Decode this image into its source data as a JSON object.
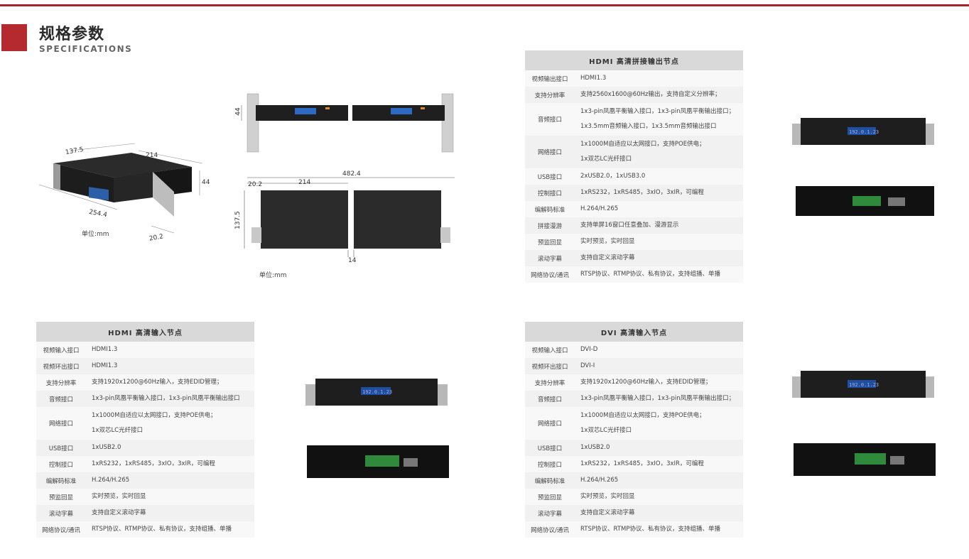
{
  "header": {
    "title_cn": "规格参数",
    "title_en": "SPECIFICATIONS"
  },
  "drawings": {
    "unit_left": "单位:mm",
    "unit_center": "单位:mm",
    "dims_iso": [
      "137.5",
      "214",
      "44",
      "254.4",
      "20.2"
    ],
    "dims_rack_front": [
      "44"
    ],
    "dims_rack_top": [
      "482.4",
      "20.2",
      "214",
      "137.5",
      "14"
    ]
  },
  "tables": {
    "hdmi_output": {
      "title": "HDMI 高清拼接输出节点",
      "rows": [
        {
          "k": "视频输出接口",
          "v": [
            "HDMI1.3"
          ]
        },
        {
          "k": "支持分辨率",
          "v": [
            "支持2560x1600@60Hz输出，支持自定义分辨率；"
          ]
        },
        {
          "k": "音频接口",
          "v": [
            "1x3-pin凤凰平衡输入接口，1x3-pin凤凰平衡输出接口；",
            "1x3.5mm音频输入接口，1x3.5mm音频输出接口"
          ]
        },
        {
          "k": "网络接口",
          "v": [
            "1x1000M自适应以太网接口，支持POE供电；",
            "1x双芯LC光纤接口"
          ]
        },
        {
          "k": "USB接口",
          "v": [
            "2xUSB2.0，1xUSB3.0"
          ]
        },
        {
          "k": "控制接口",
          "v": [
            "1xRS232，1xRS485，3xIO，3xIR，可编程"
          ]
        },
        {
          "k": "编解码标准",
          "v": [
            "H.264/H.265"
          ]
        },
        {
          "k": "拼接漫游",
          "v": [
            "支持单屏16窗口任意叠加、漫游显示"
          ]
        },
        {
          "k": "预监回显",
          "v": [
            "实时预览，实时回显"
          ]
        },
        {
          "k": "滚动字幕",
          "v": [
            "支持自定义滚动字幕"
          ]
        },
        {
          "k": "网络协议/通讯",
          "v": [
            "RTSP协议、RTMP协议、私有协议，支持组播、单播"
          ]
        }
      ]
    },
    "hdmi_input": {
      "title": "HDMI 高清输入节点",
      "rows": [
        {
          "k": "视频输入接口",
          "v": [
            "HDMI1.3"
          ]
        },
        {
          "k": "视频环出接口",
          "v": [
            "HDMI1.3"
          ]
        },
        {
          "k": "支持分辨率",
          "v": [
            "支持1920x1200@60Hz输入，支持EDID管理；"
          ]
        },
        {
          "k": "音频接口",
          "v": [
            "1x3-pin凤凰平衡输入接口，1x3-pin凤凰平衡输出接口"
          ]
        },
        {
          "k": "网络接口",
          "v": [
            "1x1000M自适应以太网接口，支持POE供电；",
            "1x双芯LC光纤接口"
          ]
        },
        {
          "k": "USB接口",
          "v": [
            "1xUSB2.0"
          ]
        },
        {
          "k": "控制接口",
          "v": [
            "1xRS232，1xRS485，3xIO，3xIR，可编程"
          ]
        },
        {
          "k": "编解码标准",
          "v": [
            "H.264/H.265"
          ]
        },
        {
          "k": "预监回显",
          "v": [
            "实时预览，实时回显"
          ]
        },
        {
          "k": "滚动字幕",
          "v": [
            "支持自定义滚动字幕"
          ]
        },
        {
          "k": "网络协议/通讯",
          "v": [
            "RTSP协议、RTMP协议、私有协议，支持组播、单播"
          ]
        }
      ]
    },
    "dvi_input": {
      "title": "DVI 高清输入节点",
      "rows": [
        {
          "k": "视频输入接口",
          "v": [
            "DVI-D"
          ]
        },
        {
          "k": "视频环出接口",
          "v": [
            "DVI-I"
          ]
        },
        {
          "k": "支持分辨率",
          "v": [
            "支持1920x1200@60Hz输入，支持EDID管理；"
          ]
        },
        {
          "k": "音频接口",
          "v": [
            "1x3-pin凤凰平衡输入接口，1x3-pin凤凰平衡输出接口；"
          ]
        },
        {
          "k": "网络接口",
          "v": [
            "1x1000M自适应以太网接口，支持POE供电；",
            "1x双芯LC光纤接口"
          ]
        },
        {
          "k": "USB接口",
          "v": [
            "1xUSB2.0"
          ]
        },
        {
          "k": "控制接口",
          "v": [
            "1xRS232，1xRS485，3xIO，3xIR，可编程"
          ]
        },
        {
          "k": "编解码标准",
          "v": [
            "H.264/H.265"
          ]
        },
        {
          "k": "预监回显",
          "v": [
            "实时预览，实时回显"
          ]
        },
        {
          "k": "滚动字幕",
          "v": [
            "支持自定义滚动字幕"
          ]
        },
        {
          "k": "网络协议/通讯",
          "v": [
            "RTSP协议、RTMP协议、私有协议，支持组播、单播"
          ]
        }
      ]
    }
  },
  "device_display": "192.0.1.23",
  "colors": {
    "accent": "#b52a2f",
    "table_header": "#d9d9d9"
  }
}
